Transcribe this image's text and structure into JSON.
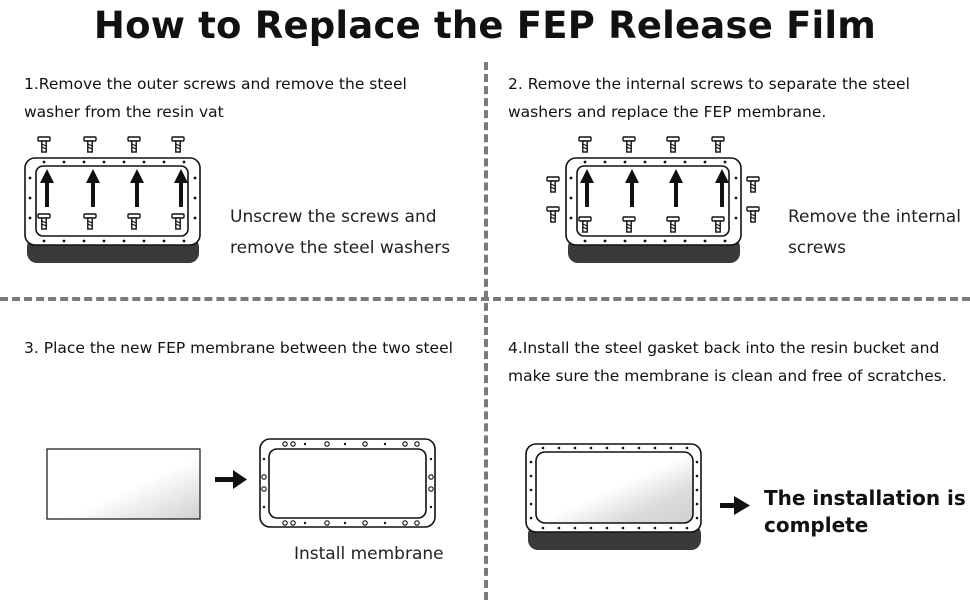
{
  "title": "How to Replace the FEP Release Film",
  "steps": [
    {
      "line1": "1.Remove the outer screws and remove the steel",
      "line2": "washer from the resin vat",
      "caption_line1": "Unscrew the screws and",
      "caption_line2": "remove the steel washers"
    },
    {
      "line1": "2. Remove the internal screws to separate the steel",
      "line2": "washers and replace the FEP membrane.",
      "caption_line1": "Remove the internal",
      "caption_line2": "screws"
    },
    {
      "line1": "3. Place the new FEP membrane between the two steel",
      "caption_line1": "Install membrane"
    },
    {
      "line1": "4.Install the steel gasket back into the resin bucket and",
      "line2": "make sure the membrane is clean and free of scratches.",
      "caption_line1": "The installation is",
      "caption_line2": "complete"
    }
  ],
  "colors": {
    "line": "#111111",
    "divider": "#7a7a7a",
    "vat_shadow": "#3a3a3a",
    "film_gray": "#d6d6d6"
  },
  "icons": [
    "screw-icon",
    "arrow-up-icon",
    "arrow-right-icon"
  ]
}
